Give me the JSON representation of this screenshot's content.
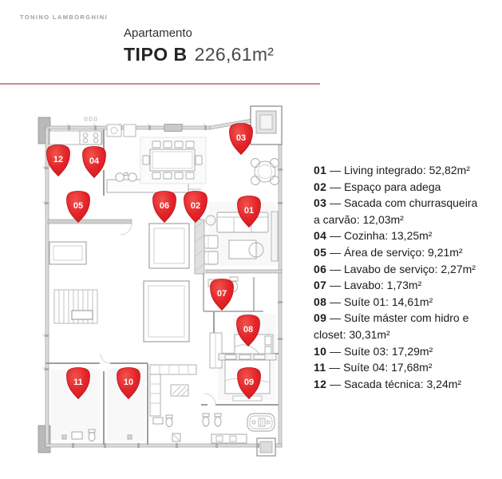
{
  "brand": "TONINO LAMBORGHINI",
  "header": {
    "kicker": "Apartamento",
    "title": "TIPO B",
    "area": "226,61m²"
  },
  "colors": {
    "marker_red": "#e2232a",
    "divider_pink": "#cf878e"
  },
  "plan": {
    "markers": [
      "01",
      "02",
      "03",
      "04",
      "05",
      "06",
      "07",
      "08",
      "09",
      "10",
      "11",
      "12"
    ]
  },
  "legend": {
    "sep": "—",
    "items": [
      {
        "num": "01",
        "text": "Living integrado: 52,82m²"
      },
      {
        "num": "02",
        "text": "Espaço para adega"
      },
      {
        "num": "03",
        "text": "Sacada com churrasqueira",
        "text2": "a carvão: 12,03m²"
      },
      {
        "num": "04",
        "text": "Cozinha: 13,25m²"
      },
      {
        "num": "05",
        "text": "Área de serviço: 9,21m²"
      },
      {
        "num": "06",
        "text": "Lavabo de serviço: 2,27m²"
      },
      {
        "num": "07",
        "text": "Lavabo: 1,73m²"
      },
      {
        "num": "08",
        "text": "Suíte 01: 14,61m²"
      },
      {
        "num": "09",
        "text": "Suíte máster com hidro e",
        "text2": "closet: 30,31m²"
      },
      {
        "num": "10",
        "text": "Suíte 03: 17,29m²"
      },
      {
        "num": "11",
        "text": "Suíte 04: 17,68m²"
      },
      {
        "num": "12",
        "text": "Sacada técnica: 3,24m²"
      }
    ]
  }
}
